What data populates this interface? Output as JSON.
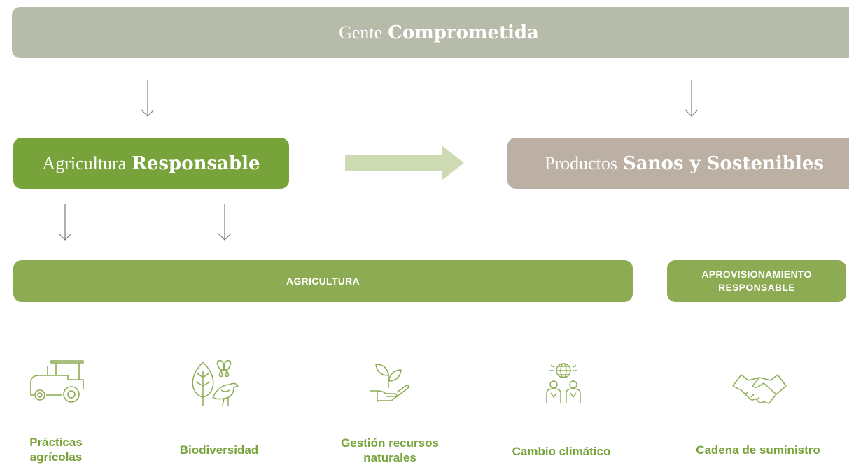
{
  "colors": {
    "banner": "#b6bbaa",
    "green_dark": "#78a33a",
    "green": "#8cab52",
    "green_light": "#cedbb2",
    "taupe": "#bcb0a4",
    "caption": "#78a33a",
    "arrow": "#7a7a7a"
  },
  "top_banner": {
    "light": "Gente",
    "bold": "Comprometida"
  },
  "agri_box": {
    "light": "Agricultura",
    "bold": "Responsable"
  },
  "prod_box": {
    "light": "Productos",
    "bold": "Sanos y Sostenibles"
  },
  "agricultura_bar": {
    "label": "AGRICULTURA"
  },
  "aprov_box": {
    "line1": "APROVISIONAMIENTO",
    "line2": "RESPONSABLE"
  },
  "pillars": [
    {
      "icon": "tractor-icon",
      "line1": "Prácticas",
      "line2": "agrícolas"
    },
    {
      "icon": "leaf-butterfly-bird-icon",
      "line1": "Biodiversidad",
      "line2": ""
    },
    {
      "icon": "sprout-hand-icon",
      "line1": "Gestión recursos",
      "line2": "naturales"
    },
    {
      "icon": "globe-people-icon",
      "line1": "Cambio climático",
      "line2": ""
    },
    {
      "icon": "handshake-icon",
      "line1": "Cadena de suministro",
      "line2": ""
    }
  ]
}
